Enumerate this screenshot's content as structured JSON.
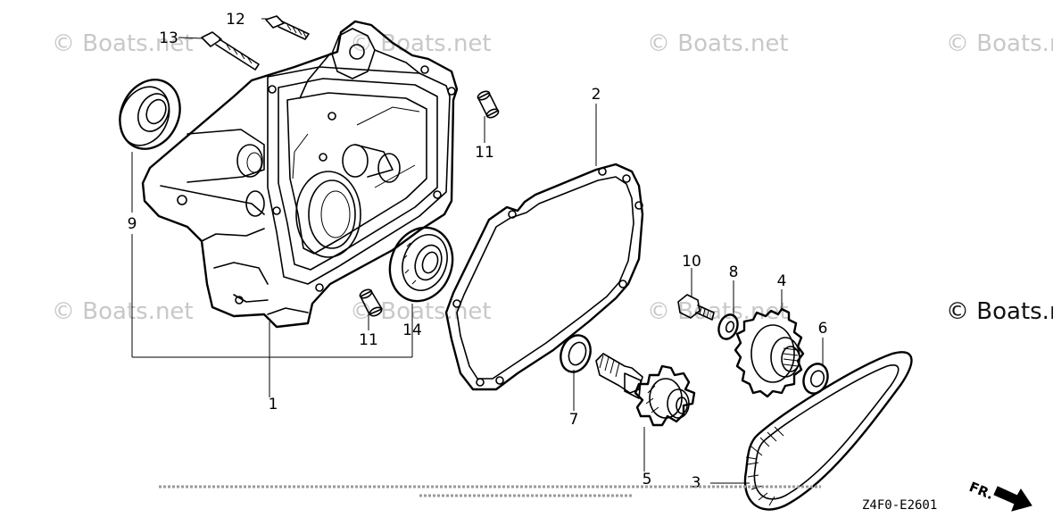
{
  "watermarks": [
    "© Boats.net",
    "© Boats.net",
    "© Boats.net",
    "© Boats.n",
    "© Boats.net",
    "© Boats.net",
    "© Boats.net",
    "© Boats.n"
  ],
  "part_labels": {
    "p1": "1",
    "p2": "2",
    "p3": "3",
    "p4": "4",
    "p5": "5",
    "p6": "6",
    "p7": "7",
    "p8": "8",
    "p9": "9",
    "p10": "10",
    "p11a": "11",
    "p11b": "11",
    "p12": "12",
    "p13": "13",
    "p14": "14"
  },
  "diagram_code": "Z4F0-E2601",
  "direction_label": "FR."
}
